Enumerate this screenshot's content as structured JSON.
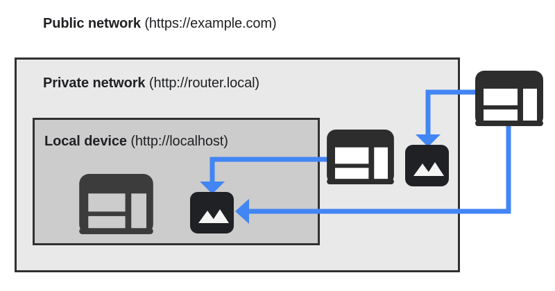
{
  "diagram": {
    "title_public": "Public network (https://example.com)",
    "zones": [
      {
        "id": "public",
        "name_strong": "Public network",
        "name_plain": " (https://example.com)",
        "url": "https://example.com",
        "fill": "#ffffff"
      },
      {
        "id": "private",
        "name_strong": "Private network",
        "name_plain": " (http://router.local)",
        "url": "http://router.local",
        "fill": "#e9e9e9",
        "border": "#303030"
      },
      {
        "id": "local",
        "name_strong": "Local device",
        "name_plain": " (http://localhost)",
        "url": "http://localhost",
        "fill": "#cccccc",
        "border": "#303030"
      }
    ],
    "icons": [
      {
        "id": "window-public",
        "kind": "browser-window-icon",
        "zone": "public",
        "color": "#2d2d2d"
      },
      {
        "id": "window-private",
        "kind": "browser-window-icon",
        "zone": "private",
        "color": "#2d2d2d"
      },
      {
        "id": "window-local",
        "kind": "browser-window-icon",
        "zone": "local",
        "color": "#3c3c3c"
      },
      {
        "id": "image-private",
        "kind": "image-icon",
        "zone": "private",
        "color": "#202124"
      },
      {
        "id": "image-local",
        "kind": "image-icon",
        "zone": "local",
        "color": "#202124"
      }
    ],
    "arrows": [
      {
        "id": "arrow-public-to-private-image",
        "from": "window-public",
        "to": "image-private",
        "color": "#4285f4"
      },
      {
        "id": "arrow-private-to-local-image",
        "from": "window-private",
        "to": "image-local",
        "color": "#4285f4"
      },
      {
        "id": "arrow-public-to-local-image",
        "from": "window-public",
        "to": "image-local",
        "color": "#4285f4"
      }
    ],
    "colors": {
      "accent": "#4285f4",
      "ink": "#202124",
      "icon_dark": "#2d2d2d",
      "zone_private_fill": "#e9e9e9",
      "zone_local_fill": "#cccccc",
      "border": "#303030",
      "background": "#ffffff"
    }
  }
}
